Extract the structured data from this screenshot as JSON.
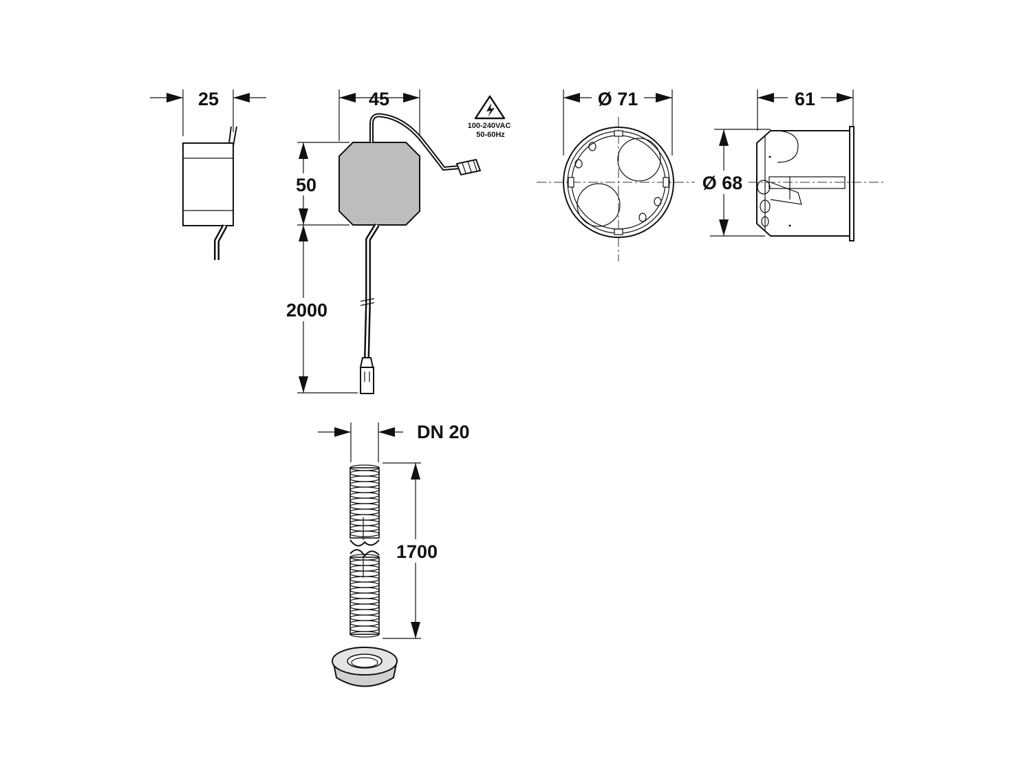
{
  "dimensions": {
    "transformer_depth": "25",
    "transformer_width": "45",
    "transformer_height": "50",
    "cable_length": "2000",
    "box_outer_diameter": "Ø 71",
    "box_depth": "61",
    "box_inner_diameter": "Ø 68",
    "conduit_size": "DN 20",
    "conduit_length": "1700"
  },
  "warning_label": {
    "voltage": "100-240VAC",
    "frequency": "50-60Hz"
  },
  "colors": {
    "line": "#111111",
    "transformer_fill": "#bdbdbd",
    "grommet_fill": "#d0d0d0",
    "background": "#ffffff"
  }
}
